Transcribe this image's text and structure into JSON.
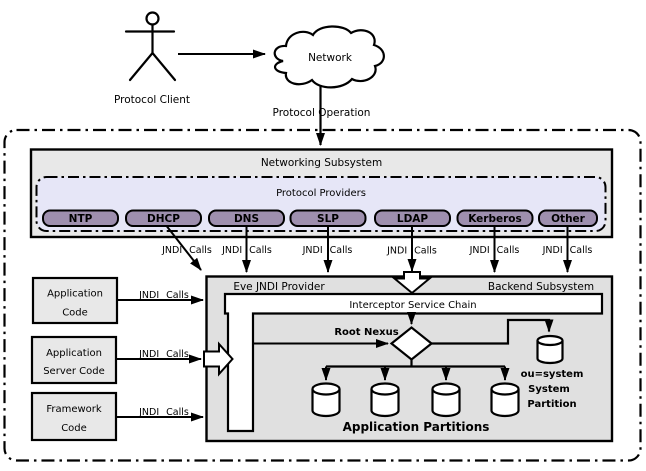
{
  "top": {
    "protocol_client": "Protocol Client",
    "network": "Network",
    "protocol_operation": "Protocol Operation"
  },
  "networking": {
    "title": "Networking Subsystem",
    "providers_title": "Protocol Providers",
    "protocols": [
      "NTP",
      "DHCP",
      "DNS",
      "SLP",
      "LDAP",
      "Kerberos",
      "Other"
    ],
    "jndi_calls": [
      "JNDI Calls",
      "JNDI Calls",
      "JNDI Calls",
      "JNDI Calls",
      "JNDI Calls",
      "JNDI Calls"
    ]
  },
  "clients": {
    "boxes": [
      {
        "lines": [
          "Application",
          "Code"
        ]
      },
      {
        "lines": [
          "Application",
          "Server Code"
        ]
      },
      {
        "lines": [
          "Framework",
          "Code"
        ]
      }
    ],
    "jndi_calls": [
      "JNDI Calls",
      "JNDI Calls",
      "JNDI Calls"
    ]
  },
  "backend": {
    "provider_title": "Eve JNDI Provider",
    "subsystem_title": "Backend Subsystem",
    "interceptor_chain": "Interceptor Service Chain",
    "root_nexus": "Root Nexus",
    "system_partition_lines": [
      "ou=system",
      "System",
      "Partition"
    ],
    "application_partitions": "Application Partitions",
    "app_partition_count": 4
  },
  "colors": {
    "protocol_button": "#9e8fae",
    "providers_bg": "#e6e6f7",
    "networking_bg": "#e8e8e8",
    "backend_bg": "#e0e0e0",
    "client_box_bg": "#e8e8e8"
  }
}
